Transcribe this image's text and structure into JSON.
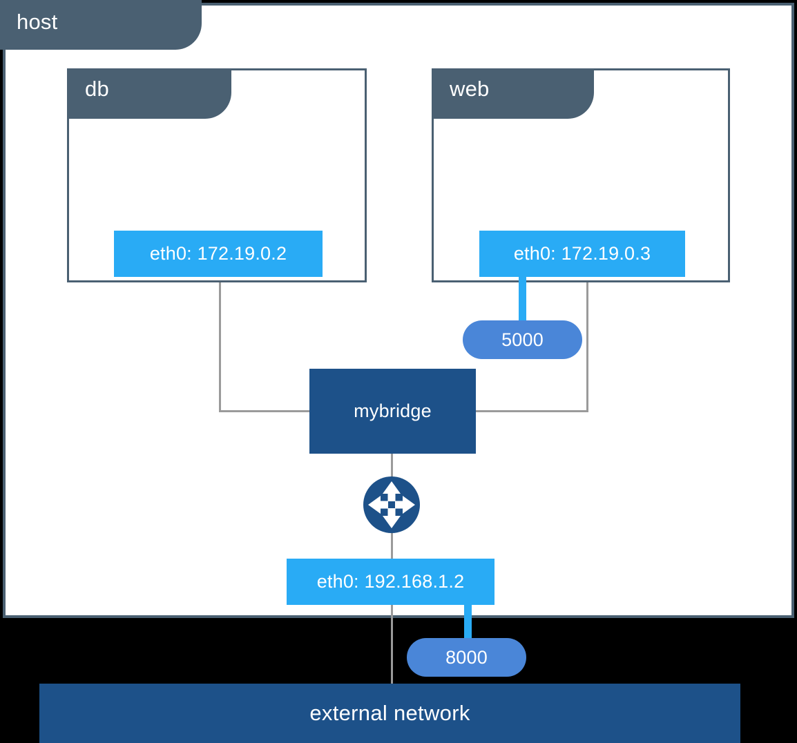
{
  "diagram": {
    "title": "host",
    "host": {
      "label": "host"
    },
    "containers": [
      {
        "name": "db",
        "interface": "eth0: 172.19.0.2",
        "ports": []
      },
      {
        "name": "web",
        "interface": "eth0: 172.19.0.3",
        "ports": [
          "5000"
        ]
      }
    ],
    "bridge": {
      "label": "mybridge"
    },
    "router": {
      "icon": "router-arrows-icon"
    },
    "host_interface": {
      "label": "eth0: 192.168.1.2"
    },
    "host_port": {
      "label": "8000"
    },
    "external_network": {
      "label": "external network"
    },
    "colors": {
      "tab": "#4a6072",
      "interface": "#29abf5",
      "port_pill": "#4a86d8",
      "bridge": "#1d5189",
      "external": "#1d5189",
      "line": "#9a9a9a",
      "background": "#000000",
      "surface": "#ffffff"
    }
  }
}
